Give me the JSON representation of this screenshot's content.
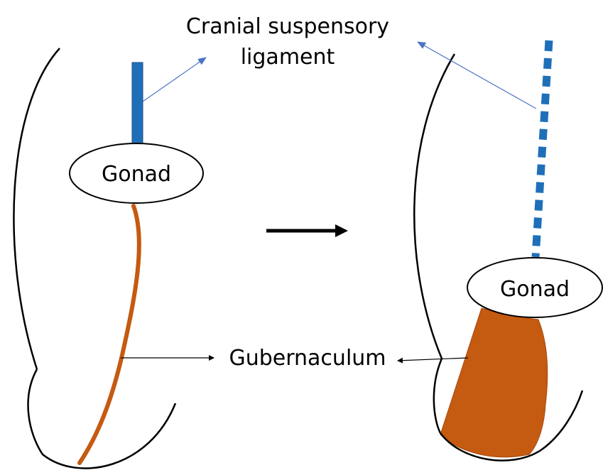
{
  "labels": {
    "suspensory_line1": "Cranial suspensory",
    "suspensory_line2": "ligament",
    "gonad_left": "Gonad",
    "gonad_right": "Gonad",
    "gubernaculum": "Gubernaculum"
  },
  "colors": {
    "ligament": "#1f6fb8",
    "ligament_arrow": "#4a74c4",
    "gubernaculum": "#c55a11",
    "outline": "#000000",
    "background": "#ffffff"
  }
}
